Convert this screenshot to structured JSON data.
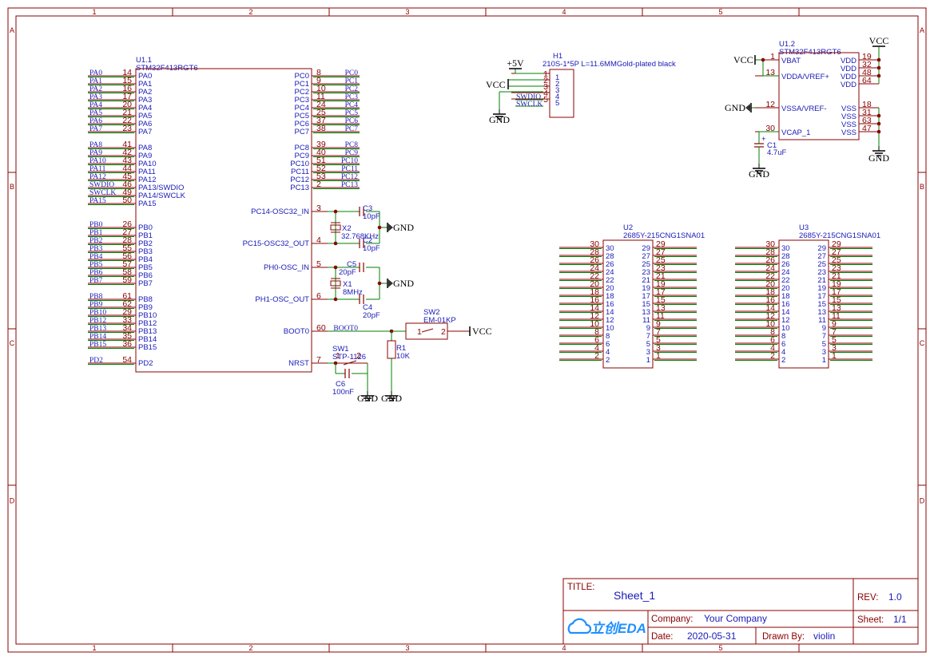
{
  "frame": {
    "col_labels": [
      "1",
      "2",
      "3",
      "4",
      "5"
    ],
    "row_labels": [
      "A",
      "B",
      "C",
      "D"
    ]
  },
  "title_block": {
    "title_label": "TITLE:",
    "title": "Sheet_1",
    "rev_label": "REV:",
    "rev": "1.0",
    "company_label": "Company:",
    "company": "Your Company",
    "sheet_label": "Sheet:",
    "sheet": "1/1",
    "date_label": "Date:",
    "date": "2020-05-31",
    "drawn_label": "Drawn By:",
    "drawn": "violin",
    "logo": "立创EDA",
    "logo_icon": "cloud-icon"
  },
  "u1_1": {
    "ref": "U1.1",
    "part": "STM32F413RGT6",
    "left_pins": [
      {
        "num": "14",
        "name": "PA0",
        "net": "PA0"
      },
      {
        "num": "15",
        "name": "PA1",
        "net": "PA1"
      },
      {
        "num": "16",
        "name": "PA2",
        "net": "PA2"
      },
      {
        "num": "17",
        "name": "PA3",
        "net": "PA3"
      },
      {
        "num": "20",
        "name": "PA4",
        "net": "PA4"
      },
      {
        "num": "21",
        "name": "PA5",
        "net": "PA5"
      },
      {
        "num": "22",
        "name": "PA6",
        "net": "PA6"
      },
      {
        "num": "23",
        "name": "PA7",
        "net": "PA7"
      },
      {
        "num": "41",
        "name": "PA8",
        "net": "PA8"
      },
      {
        "num": "42",
        "name": "PA9",
        "net": "PA9"
      },
      {
        "num": "43",
        "name": "PA10",
        "net": "PA10"
      },
      {
        "num": "44",
        "name": "PA11",
        "net": "PA11"
      },
      {
        "num": "45",
        "name": "PA12",
        "net": "PA12"
      },
      {
        "num": "46",
        "name": "PA13/SWDIO",
        "net": "SWDIO"
      },
      {
        "num": "49",
        "name": "PA14/SWCLK",
        "net": "SWCLK"
      },
      {
        "num": "50",
        "name": "PA15",
        "net": "PA15"
      },
      {
        "num": "26",
        "name": "PB0",
        "net": "PB0"
      },
      {
        "num": "27",
        "name": "PB1",
        "net": "PB1"
      },
      {
        "num": "28",
        "name": "PB2",
        "net": "PB2"
      },
      {
        "num": "55",
        "name": "PB3",
        "net": "PB3"
      },
      {
        "num": "56",
        "name": "PB4",
        "net": "PB4"
      },
      {
        "num": "57",
        "name": "PB5",
        "net": "PB5"
      },
      {
        "num": "58",
        "name": "PB6",
        "net": "PB6"
      },
      {
        "num": "59",
        "name": "PB7",
        "net": "PB7"
      },
      {
        "num": "61",
        "name": "PB8",
        "net": "PB8"
      },
      {
        "num": "62",
        "name": "PB9",
        "net": "PB9"
      },
      {
        "num": "29",
        "name": "PB10",
        "net": "PB10"
      },
      {
        "num": "33",
        "name": "PB12",
        "net": "PB12"
      },
      {
        "num": "34",
        "name": "PB13",
        "net": "PB13"
      },
      {
        "num": "35",
        "name": "PB14",
        "net": "PB14"
      },
      {
        "num": "36",
        "name": "PB15",
        "net": "PB15"
      },
      {
        "num": "54",
        "name": "PD2",
        "net": "PD2"
      }
    ],
    "right_pins": [
      {
        "num": "8",
        "name": "PC0",
        "net": "PC0"
      },
      {
        "num": "9",
        "name": "PC1",
        "net": "PC1"
      },
      {
        "num": "10",
        "name": "PC2",
        "net": "PC2"
      },
      {
        "num": "11",
        "name": "PC3",
        "net": "PC3"
      },
      {
        "num": "24",
        "name": "PC4",
        "net": "PC4"
      },
      {
        "num": "25",
        "name": "PC5",
        "net": "PC5"
      },
      {
        "num": "37",
        "name": "PC6",
        "net": "PC6"
      },
      {
        "num": "38",
        "name": "PC7",
        "net": "PC7"
      },
      {
        "num": "39",
        "name": "PC8",
        "net": "PC8"
      },
      {
        "num": "40",
        "name": "PC9",
        "net": "PC9"
      },
      {
        "num": "51",
        "name": "PC10",
        "net": "PC10"
      },
      {
        "num": "52",
        "name": "PC11",
        "net": "PC11"
      },
      {
        "num": "53",
        "name": "PC12",
        "net": "PC12"
      },
      {
        "num": "2",
        "name": "PC13",
        "net": "PC13"
      },
      {
        "num": "3",
        "name": "PC14-OSC32_IN",
        "net": ""
      },
      {
        "num": "4",
        "name": "PC15-OSC32_OUT",
        "net": ""
      },
      {
        "num": "5",
        "name": "PH0-OSC_IN",
        "net": ""
      },
      {
        "num": "6",
        "name": "PH1-OSC_OUT",
        "net": ""
      },
      {
        "num": "60",
        "name": "BOOT0",
        "net": "BOOT0"
      },
      {
        "num": "7",
        "name": "NRST",
        "net": ""
      }
    ]
  },
  "u1_2": {
    "ref": "U1.2",
    "part": "STM32F413RGT6",
    "left_pins": [
      {
        "num": "1",
        "name": "VBAT"
      },
      {
        "num": "13",
        "name": "VDDA/VREF+"
      },
      {
        "num": "12",
        "name": "VSSA/VREF-"
      },
      {
        "num": "30",
        "name": "VCAP_1"
      }
    ],
    "right_pins": [
      {
        "num": "19",
        "name": "VDD"
      },
      {
        "num": "32",
        "name": "VDD"
      },
      {
        "num": "48",
        "name": "VDD"
      },
      {
        "num": "64",
        "name": "VDD"
      },
      {
        "num": "18",
        "name": "VSS"
      },
      {
        "num": "31",
        "name": "VSS"
      },
      {
        "num": "63",
        "name": "VSS"
      },
      {
        "num": "47",
        "name": "VSS"
      }
    ]
  },
  "h1": {
    "ref": "H1",
    "part": "210S-1*5P L=11.6MMGold-plated black",
    "pins": [
      "1",
      "2",
      "3",
      "4",
      "5"
    ],
    "nets": [
      "SWDIO",
      "SWCLK"
    ]
  },
  "power": {
    "vcc": "VCC",
    "p5v": "+5V",
    "gnd": "GND"
  },
  "parts": {
    "c1_ref": "C1",
    "c1_val": "4.7uF",
    "c1_plus": "+",
    "c3_ref": "C3",
    "c3_val": "10pF",
    "c2_ref": "C2",
    "c2_val": "10pF",
    "x2_ref": "X2",
    "x2_val": "32.768KHz",
    "c5_ref": "C5",
    "c5_val": "20pF",
    "x1_ref": "X1",
    "x1_val": "8MHz",
    "c4_ref": "C4",
    "c4_val": "20pF",
    "sw2_ref": "SW2",
    "sw2_val": "EM-01KP",
    "sw2_pin1": "1",
    "sw2_pin2": "2",
    "r1_ref": "R1",
    "r1_val": "10K",
    "sw1_ref": "SW1",
    "sw1_val": "STP-1126",
    "sw1_pin1": "1",
    "sw1_pin2": "2",
    "c6_ref": "C6",
    "c6_val": "100nF"
  },
  "u2": {
    "ref": "U2",
    "part": "2685Y-215CNG1SNA01"
  },
  "u3": {
    "ref": "U3",
    "part": "2685Y-215CNG1SNA01"
  },
  "header_pins": {
    "left": [
      "30",
      "28",
      "26",
      "24",
      "22",
      "20",
      "18",
      "16",
      "14",
      "12",
      "10",
      "8",
      "6",
      "4",
      "2"
    ],
    "right": [
      "29",
      "27",
      "25",
      "23",
      "21",
      "19",
      "17",
      "15",
      "13",
      "11",
      "9",
      "7",
      "5",
      "3",
      "1"
    ]
  },
  "colors": {
    "frame": "#8b0000",
    "pin": "#8b0000",
    "wire": "#008000",
    "text": "#1a1ab8",
    "junction": "#8b0000",
    "body": "#8b0000"
  }
}
